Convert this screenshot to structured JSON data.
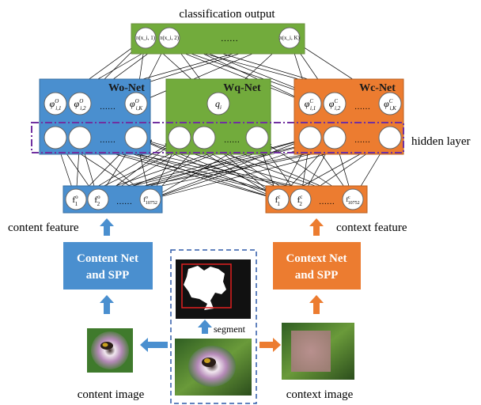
{
  "title": "classification output",
  "output_nodes": [
    "π(x_i, 1)",
    "π(x_i, 2)",
    "……",
    "π(x_i, K)"
  ],
  "wo_net": {
    "label": "Wo-Net",
    "outputs": [
      {
        "main": "φ",
        "sup": "O",
        "sub": "i,1"
      },
      {
        "main": "φ",
        "sup": "O",
        "sub": "i,2"
      },
      {
        "main": "……"
      },
      {
        "main": "φ",
        "sup": "O",
        "sub": "i,K"
      }
    ]
  },
  "wq_net": {
    "label": "Wq-Net",
    "output": {
      "main": "q",
      "sub": "i"
    }
  },
  "wc_net": {
    "label": "Wc-Net",
    "outputs": [
      {
        "main": "φ",
        "sup": "C",
        "sub": "i,1"
      },
      {
        "main": "φ",
        "sup": "C",
        "sub": "i,2"
      },
      {
        "main": "……"
      },
      {
        "main": "φ",
        "sup": "C",
        "sub": "i,K"
      }
    ]
  },
  "hidden_layer_label": "hidden layer",
  "hidden_dots": "……",
  "content_features": [
    {
      "main": "f",
      "sup": "o",
      "sub": "1"
    },
    {
      "main": "f",
      "sup": "o",
      "sub": "2"
    },
    {
      "main": "……"
    },
    {
      "main": "f",
      "sup": "o",
      "sub": "10752"
    }
  ],
  "context_features": [
    {
      "main": "f",
      "sup": "c",
      "sub": "1"
    },
    {
      "main": "f",
      "sup": "c",
      "sub": "2"
    },
    {
      "main": "……"
    },
    {
      "main": "f",
      "sup": "c",
      "sub": "10752"
    }
  ],
  "content_feature_label": "content feature",
  "context_feature_label": "context feature",
  "content_net_label": [
    "Content Net",
    "and SPP"
  ],
  "context_net_label": [
    "Context Net",
    "and SPP"
  ],
  "segment_label": "segment",
  "content_image_label": "content image",
  "context_image_label": "context image",
  "colors": {
    "blue": "#4a8fcf",
    "green": "#72ab3c",
    "orange": "#ec7c30",
    "purple": "#7030a0",
    "dashed_blue": "#2e5aa8"
  }
}
